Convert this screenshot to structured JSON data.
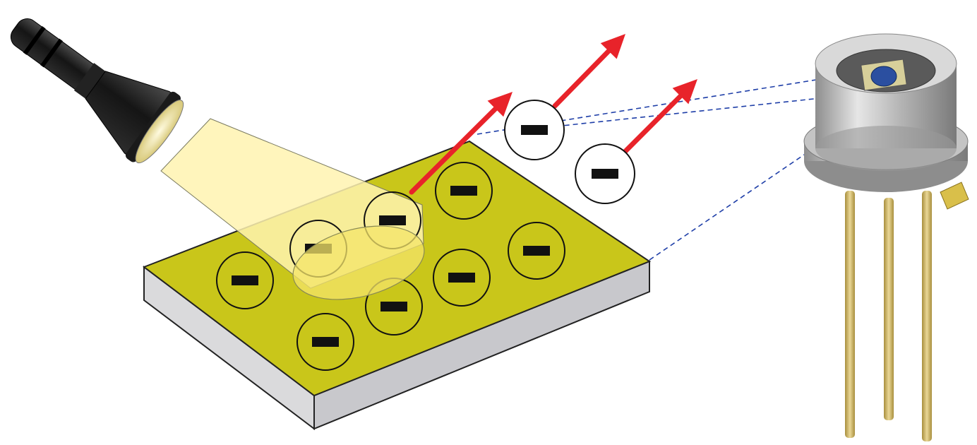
{
  "diagram": {
    "type": "photoelectric-effect-illustration",
    "components": {
      "light_source": "flashlight-icon",
      "plate": "metal-plate",
      "detector": "photodiode-to-can-sensor"
    },
    "electron_symbol": "minus-sign",
    "bound_electron_count": 8,
    "emitted_electron_count": 2,
    "emission_arrow_count": 3
  },
  "colors": {
    "plate_top": "#c9c61a",
    "plate_side": "#d4d4d6",
    "light_beam": "#fff3b0",
    "arrow": "#e8232a",
    "dashed_line": "#1f3fa8",
    "flashlight_body": "#1e1e1e",
    "sensor_metal": "#b9b9b9",
    "sensor_window": "#2b4fa0",
    "sensor_leads": "#c9b15a"
  }
}
